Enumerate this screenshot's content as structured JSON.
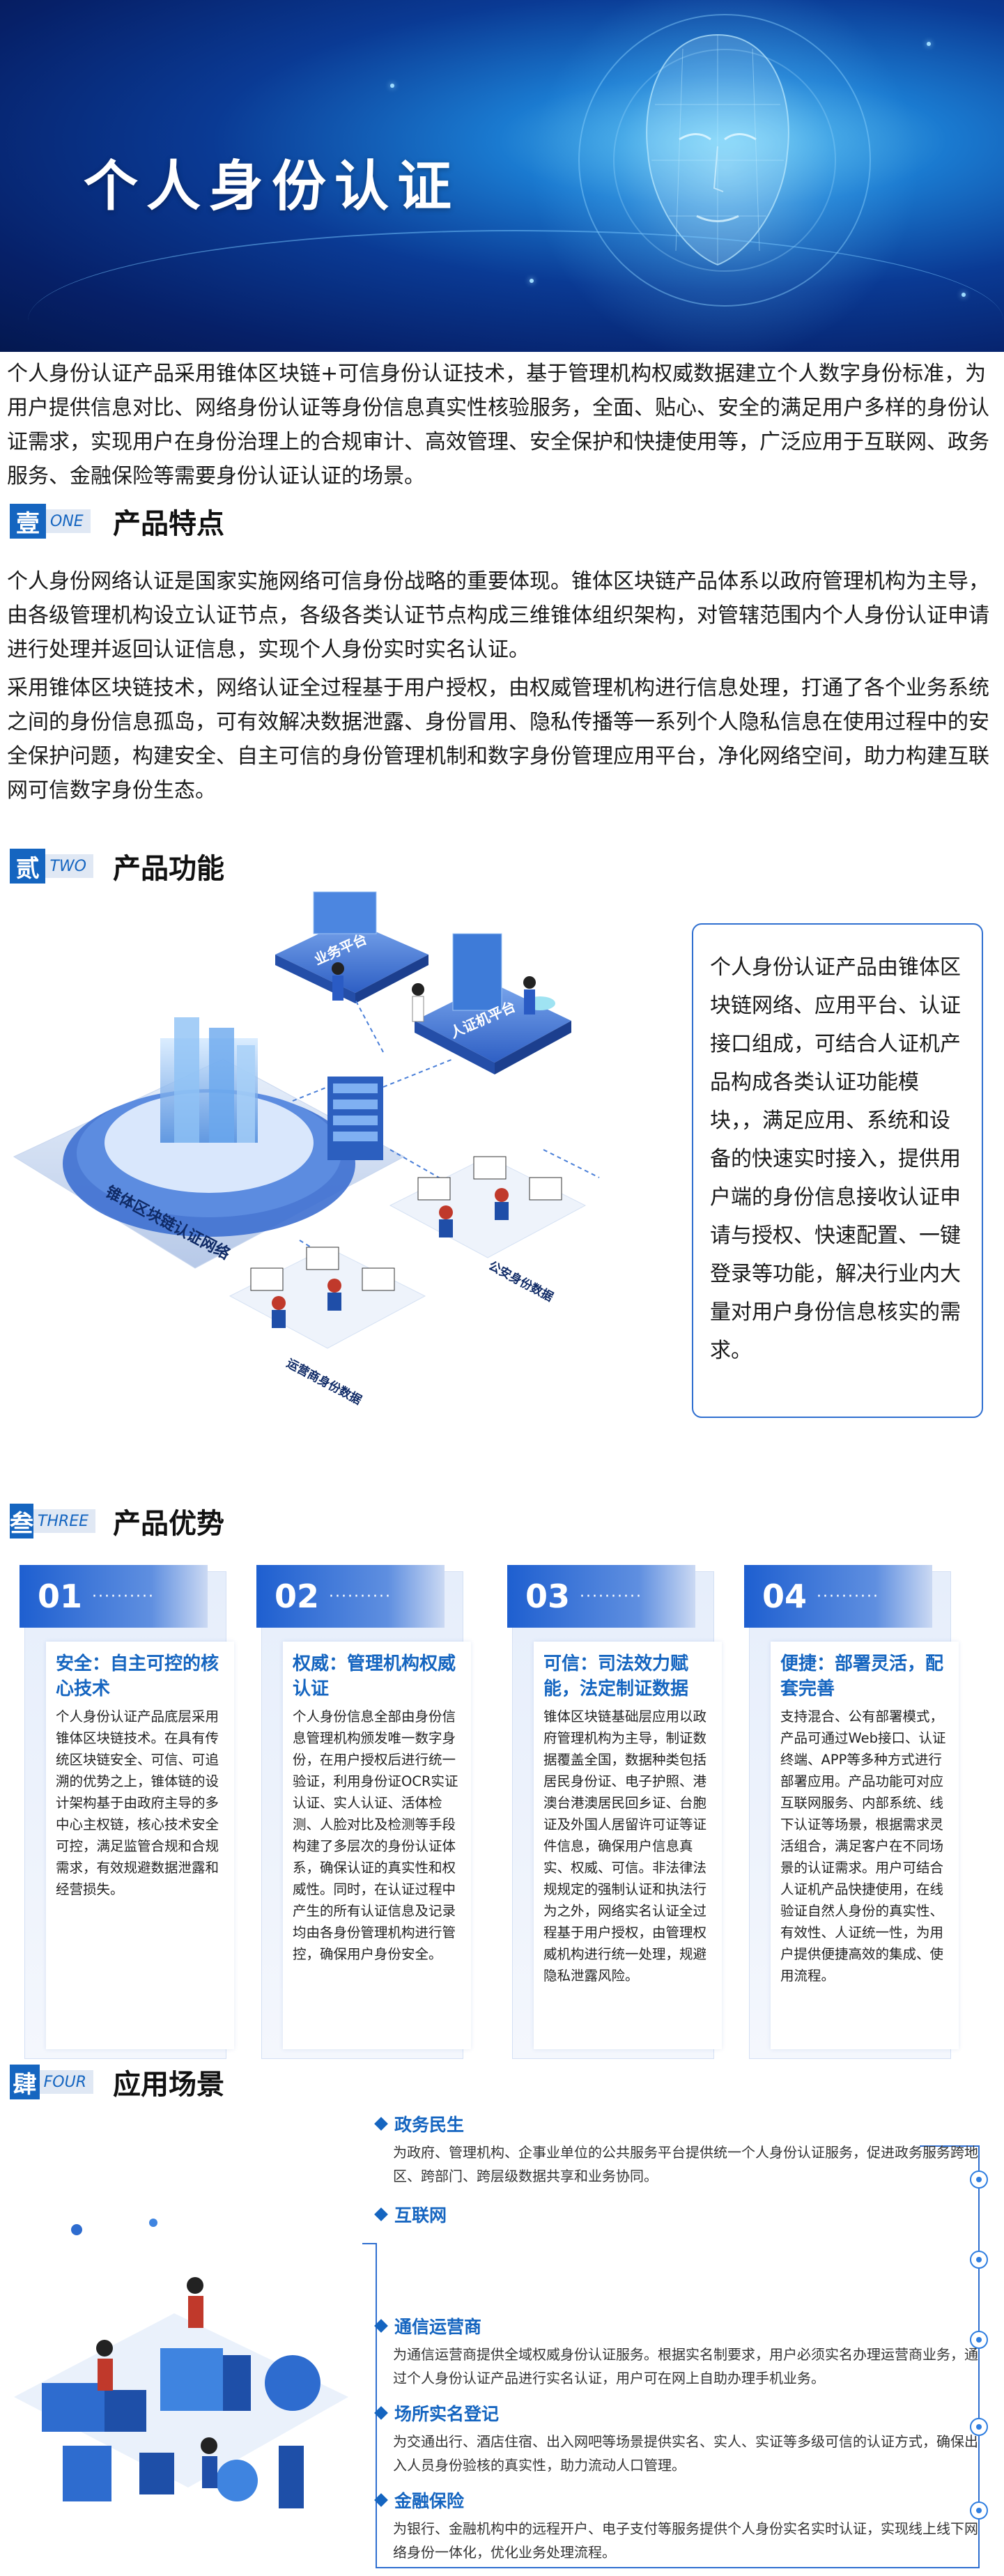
{
  "hero": {
    "title": "个人身份认证"
  },
  "intro": {
    "text": "个人身份认证产品采用锥体区块链+可信身份认证技术，基于管理机构权威数据建立个人数字身份标准，为用户提供信息对比、网络身份认证等身份信息真实性核验服务，全面、贴心、安全的满足用户多样的身份认证需求，实现用户在身份治理上的合规审计、高效管理、安全保护和快捷使用等，广泛应用于互联网、政务服务、金融保险等需要身份认证认证的场景。"
  },
  "sections": {
    "features": {
      "badge_cn": "壹",
      "badge_en": "ONE",
      "title": "产品特点"
    },
    "functions": {
      "badge_cn": "贰",
      "badge_en": "TWO",
      "title": "产品功能"
    },
    "advantages": {
      "badge_cn": "叁",
      "badge_en": "THREE",
      "title": "产品优势"
    },
    "scenarios": {
      "badge_cn": "肆",
      "badge_en": "FOUR",
      "title": "应用场景"
    }
  },
  "features": {
    "p1": "个人身份网络认证是国家实施网络可信身份战略的重要体现。锥体区块链产品体系以政府管理机构为主导，由各级管理机构设立认证节点，各级各类认证节点构成三维锥体组织架构，对管辖范围内个人身份认证申请进行处理并返回认证信息，实现个人身份实时实名认证。",
    "p2": "采用锥体区块链技术，网络认证全过程基于用户授权，由权威管理机构进行信息处理，打通了各个业务系统之间的身份信息孤岛，可有效解决数据泄露、身份冒用、隐私传播等一系列个人隐私信息在使用过程中的安全保护问题，构建安全、自主可信的身份管理机制和数字身份管理应用平台，净化网络空间，助力构建互联网可信数字身份生态。"
  },
  "functions": {
    "labels": {
      "business": "业务平台",
      "auth": "人证机平台",
      "network": "锥体区块链认证网络",
      "public": "公安身份数据",
      "operator": "运营商身份数据"
    },
    "description": "个人身份认证产品由锥体区块链网络、应用平台、认证接口组成，可结合人证机产品构成各类认证功能模块，，满足应用、系统和设备的快速实时接入，提供用户端的身份信息接收认证申请与授权、快速配置、一键登录等功能，解决行业内大量对用户身份信息核实的需求。"
  },
  "advantages": [
    {
      "num": "01",
      "dots": "··········",
      "heading": "安全：自主可控的核心技术",
      "text": "个人身份认证产品底层采用锥体区块链技术。在具有传统区块链安全、可信、可追溯的优势之上，锥体链的设计架构基于由政府主导的多中心主权链，核心技术安全可控，满足监管合规和合规需求，有效规避数据泄露和经营损失。"
    },
    {
      "num": "02",
      "dots": "··········",
      "heading": "权威：管理机构权威认证",
      "text": "个人身份信息全部由身份信息管理机构颁发唯一数字身份，在用户授权后进行统一验证，利用身份证OCR实证认证、实人认证、活体检测、人脸对比及检测等手段构建了多层次的身份认证体系，确保认证的真实性和权威性。同时，在认证过程中产生的所有认证信息及记录均由各身份管理机构进行管控，确保用户身份安全。"
    },
    {
      "num": "03",
      "dots": "··········",
      "heading": "可信：司法效力赋能，法定制证数据",
      "text": "锥体区块链基础层应用以政府管理机构为主导，制证数据覆盖全国，数据种类包括居民身份证、电子护照、港澳台港澳居民回乡证、台胞证及外国人居留许可证等证件信息，确保用户信息真实、权威、可信。非法律法规规定的强制认证和执法行为之外，网络实名认证全过程基于用户授权，由管理权威机构进行统一处理，规避隐私泄露风险。"
    },
    {
      "num": "04",
      "dots": "··········",
      "heading": "便捷：部署灵活，配套完善",
      "text": "支持混合、公有部署模式，产品可通过Web接口、认证终端、APP等多种方式进行部署应用。产品功能可对应互联网服务、内部系统、线下认证等场景，根据需求灵活组合，满足客户在不同场景的认证需求。用户可结合人证机产品快捷使用，在线验证自然人身份的真实性、有效性、人证统一性，为用户提供便捷高效的集成、使用流程。"
    }
  ],
  "scenarios": [
    {
      "title": "政务民生",
      "text": "为政府、管理机构、企事业单位的公共服务平台提供统一个人身份认证服务，促进政务服务跨地区、跨部门、跨层级数据共享和业务协同。"
    },
    {
      "title": "互联网",
      "text": ""
    },
    {
      "title": "通信运营商",
      "text": "为通信运营商提供全域权威身份认证服务。根据实名制要求，用户必须实名办理运营商业务，通过个人身份认证产品进行实名认证，用户可在网上自助办理手机业务。"
    },
    {
      "title": "场所实名登记",
      "text": "为交通出行、酒店住宿、出入网吧等场景提供实名、实人、实证等多级可信的认证方式，确保出入人员身份验核的真实性，助力流动人口管理。"
    },
    {
      "title": "金融保险",
      "text": "为银行、金融机构中的远程开户、电子支付等服务提供个人身份实名实时认证，实现线上线下网络身份一体化，优化业务处理流程。"
    }
  ],
  "colors": {
    "primary": "#1565c0",
    "accent": "#2f6fd0",
    "card_bg": "#e6eefb"
  }
}
